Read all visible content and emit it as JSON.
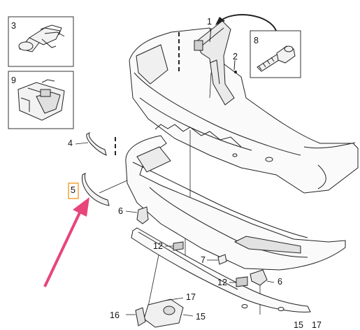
{
  "diagram": {
    "labels": {
      "l1": "1",
      "l2": "2",
      "l3": "3",
      "l4": "4",
      "l5": "5",
      "l6a": "6",
      "l6b": "6",
      "l7": "7",
      "l8": "8",
      "l9": "9",
      "l12a": "12",
      "l12b": "12",
      "l15a": "15",
      "l15b": "15",
      "l16": "16",
      "l17a": "17",
      "l17b": "17"
    },
    "colors": {
      "line": "#222222",
      "arrow": "#e8457a",
      "highlight": "#f2a33a",
      "part_fill": "#f4f4f4",
      "part_shade": "#bdbdbd"
    },
    "icons": [
      "clip-icon",
      "nut-icon",
      "bolt-icon",
      "arrow-pointer-icon"
    ]
  }
}
